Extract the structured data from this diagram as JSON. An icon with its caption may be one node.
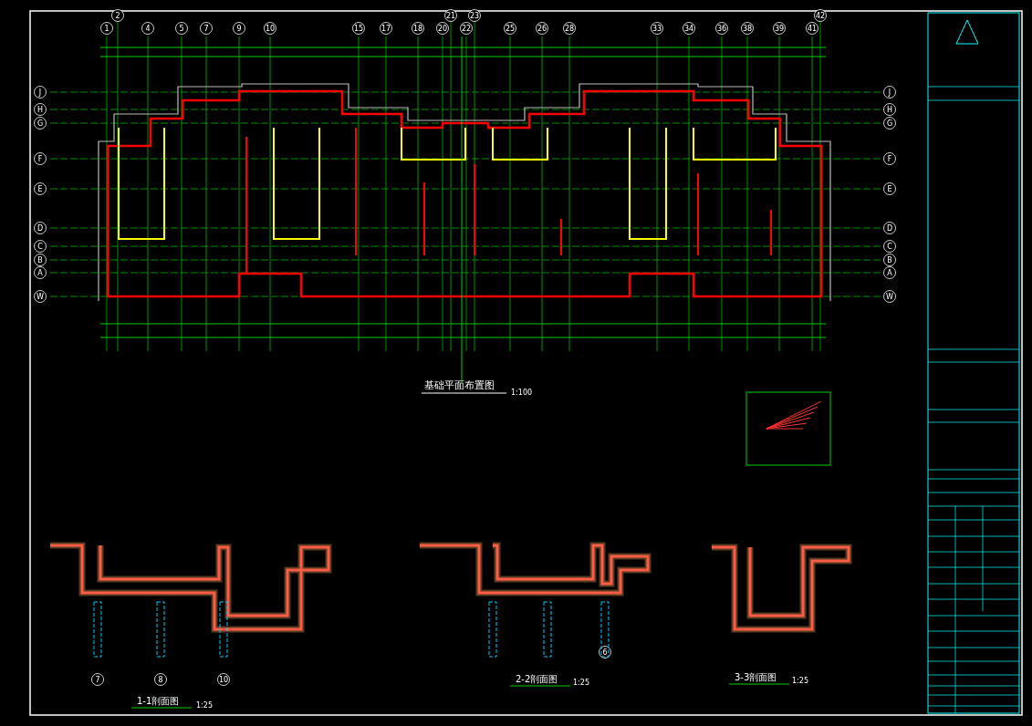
{
  "diagram": {
    "title": "基础平面布置图",
    "labels": [
      "1:100",
      "1-1剖面图",
      "1:25",
      "2-2剖面图",
      "1:25",
      "3-3剖面图",
      "1:25",
      "1",
      "2",
      "4",
      "5",
      "7",
      "9",
      "10",
      "15",
      "17",
      "18",
      "20",
      "21",
      "22",
      "23",
      "25",
      "26",
      "28",
      "33",
      "34",
      "36",
      "38",
      "39",
      "41",
      "42",
      "J",
      "H",
      "G",
      "F",
      "E",
      "D",
      "C",
      "B",
      "A",
      "W",
      "J",
      "H",
      "G",
      "F",
      "E",
      "D",
      "C",
      "B",
      "A",
      "W",
      "7",
      "8",
      "10",
      "6"
    ]
  }
}
